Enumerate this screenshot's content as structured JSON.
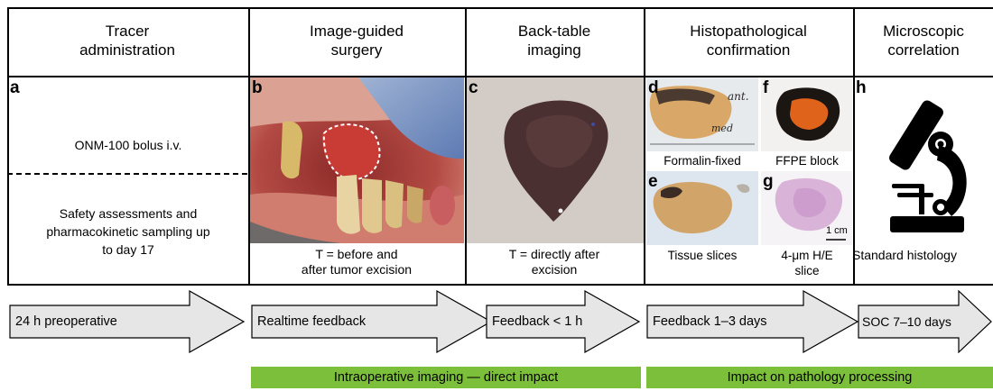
{
  "headers": [
    "Tracer\nadministration",
    "Image-guided\nsurgery",
    "Back-table\nimaging",
    "Histopathological\nconfirmation",
    "Microscopic\ncorrelation"
  ],
  "panels": {
    "a": {
      "letter": "a",
      "top_text": "ONM-100 bolus i.v.",
      "bottom_text": "Safety assessments and\npharmacokinetic sampling up\nto day 17"
    },
    "b": {
      "letter": "b",
      "caption": "T = before and\nafter tumor excision"
    },
    "c": {
      "letter": "c",
      "caption": "T = directly after\nexcision"
    },
    "d": {
      "letter": "d",
      "caption": "Formalin-fixed",
      "label_ant": "ant.",
      "label_med": "med"
    },
    "e": {
      "letter": "e",
      "caption": "Tissue slices"
    },
    "f": {
      "letter": "f",
      "caption": "FFPE block"
    },
    "g": {
      "letter": "g",
      "caption": "4-μm H/E\nslice",
      "scale_label": "1 cm"
    },
    "h": {
      "letter": "h",
      "caption": "Standard histology"
    }
  },
  "arrows": [
    "24 h preoperative",
    "Realtime feedback",
    "Feedback < 1 h",
    "Feedback 1–3 days",
    "SOC 7–10 days"
  ],
  "bands": [
    "Intraoperative imaging — direct impact",
    "Impact on pathology processing"
  ],
  "colors": {
    "band": "#7cbf3b",
    "arrow_fill": "#e6e6e6",
    "tissue_fluor": "#e0631c"
  }
}
